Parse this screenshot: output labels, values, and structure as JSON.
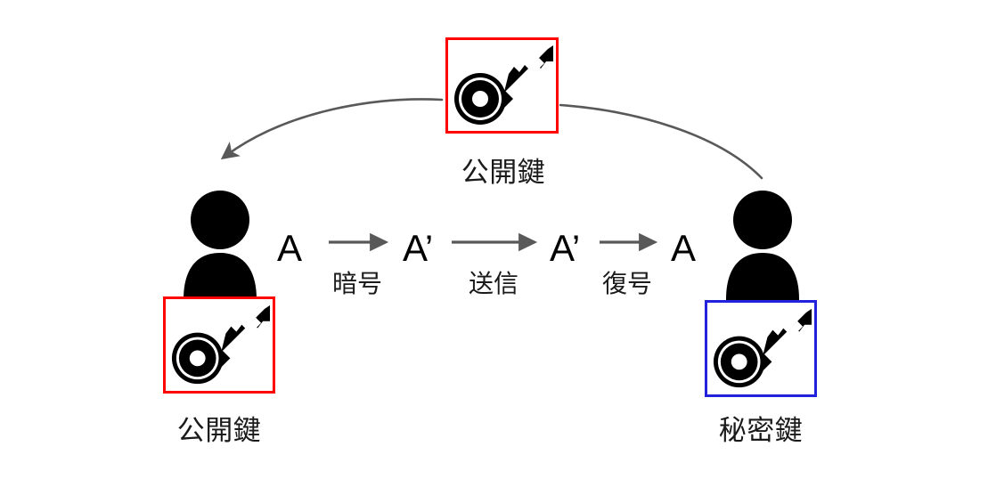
{
  "diagram": {
    "title_hidden": "",
    "colors": {
      "public_key_border": "#ff0000",
      "private_key_border": "#2222dd",
      "key_fill": "#000000",
      "figure_fill": "#000000",
      "arrow": "#595959",
      "text": "#1a1a1a",
      "background": "#ffffff"
    }
  },
  "center_key": {
    "icon": "key-icon",
    "border_color": "#ff0000",
    "label": "公開鍵"
  },
  "left_actor": {
    "icon": "person-icon",
    "key_icon": "key-icon",
    "key_border_color": "#ff0000",
    "label": "公開鍵"
  },
  "right_actor": {
    "icon": "person-icon",
    "key_icon": "key-icon",
    "key_border_color": "#2222dd",
    "label": "秘密鍵"
  },
  "flow": {
    "steps": [
      {
        "letter": "A",
        "sub": "暗号"
      },
      {
        "letter": "A’",
        "sub": "送信"
      },
      {
        "letter": "A’",
        "sub": "復号"
      },
      {
        "letter": "A",
        "sub": ""
      }
    ],
    "arrows": [
      {
        "name": "arrow-encrypt",
        "label": "暗号"
      },
      {
        "name": "arrow-transmit",
        "label": "送信"
      },
      {
        "name": "arrow-decrypt",
        "label": "復号"
      }
    ]
  },
  "distribution": {
    "left_curve": {
      "name": "public-key-to-left-curve",
      "has_arrowhead": true
    },
    "right_curve": {
      "name": "public-key-to-right-curve",
      "has_arrowhead": false
    }
  }
}
